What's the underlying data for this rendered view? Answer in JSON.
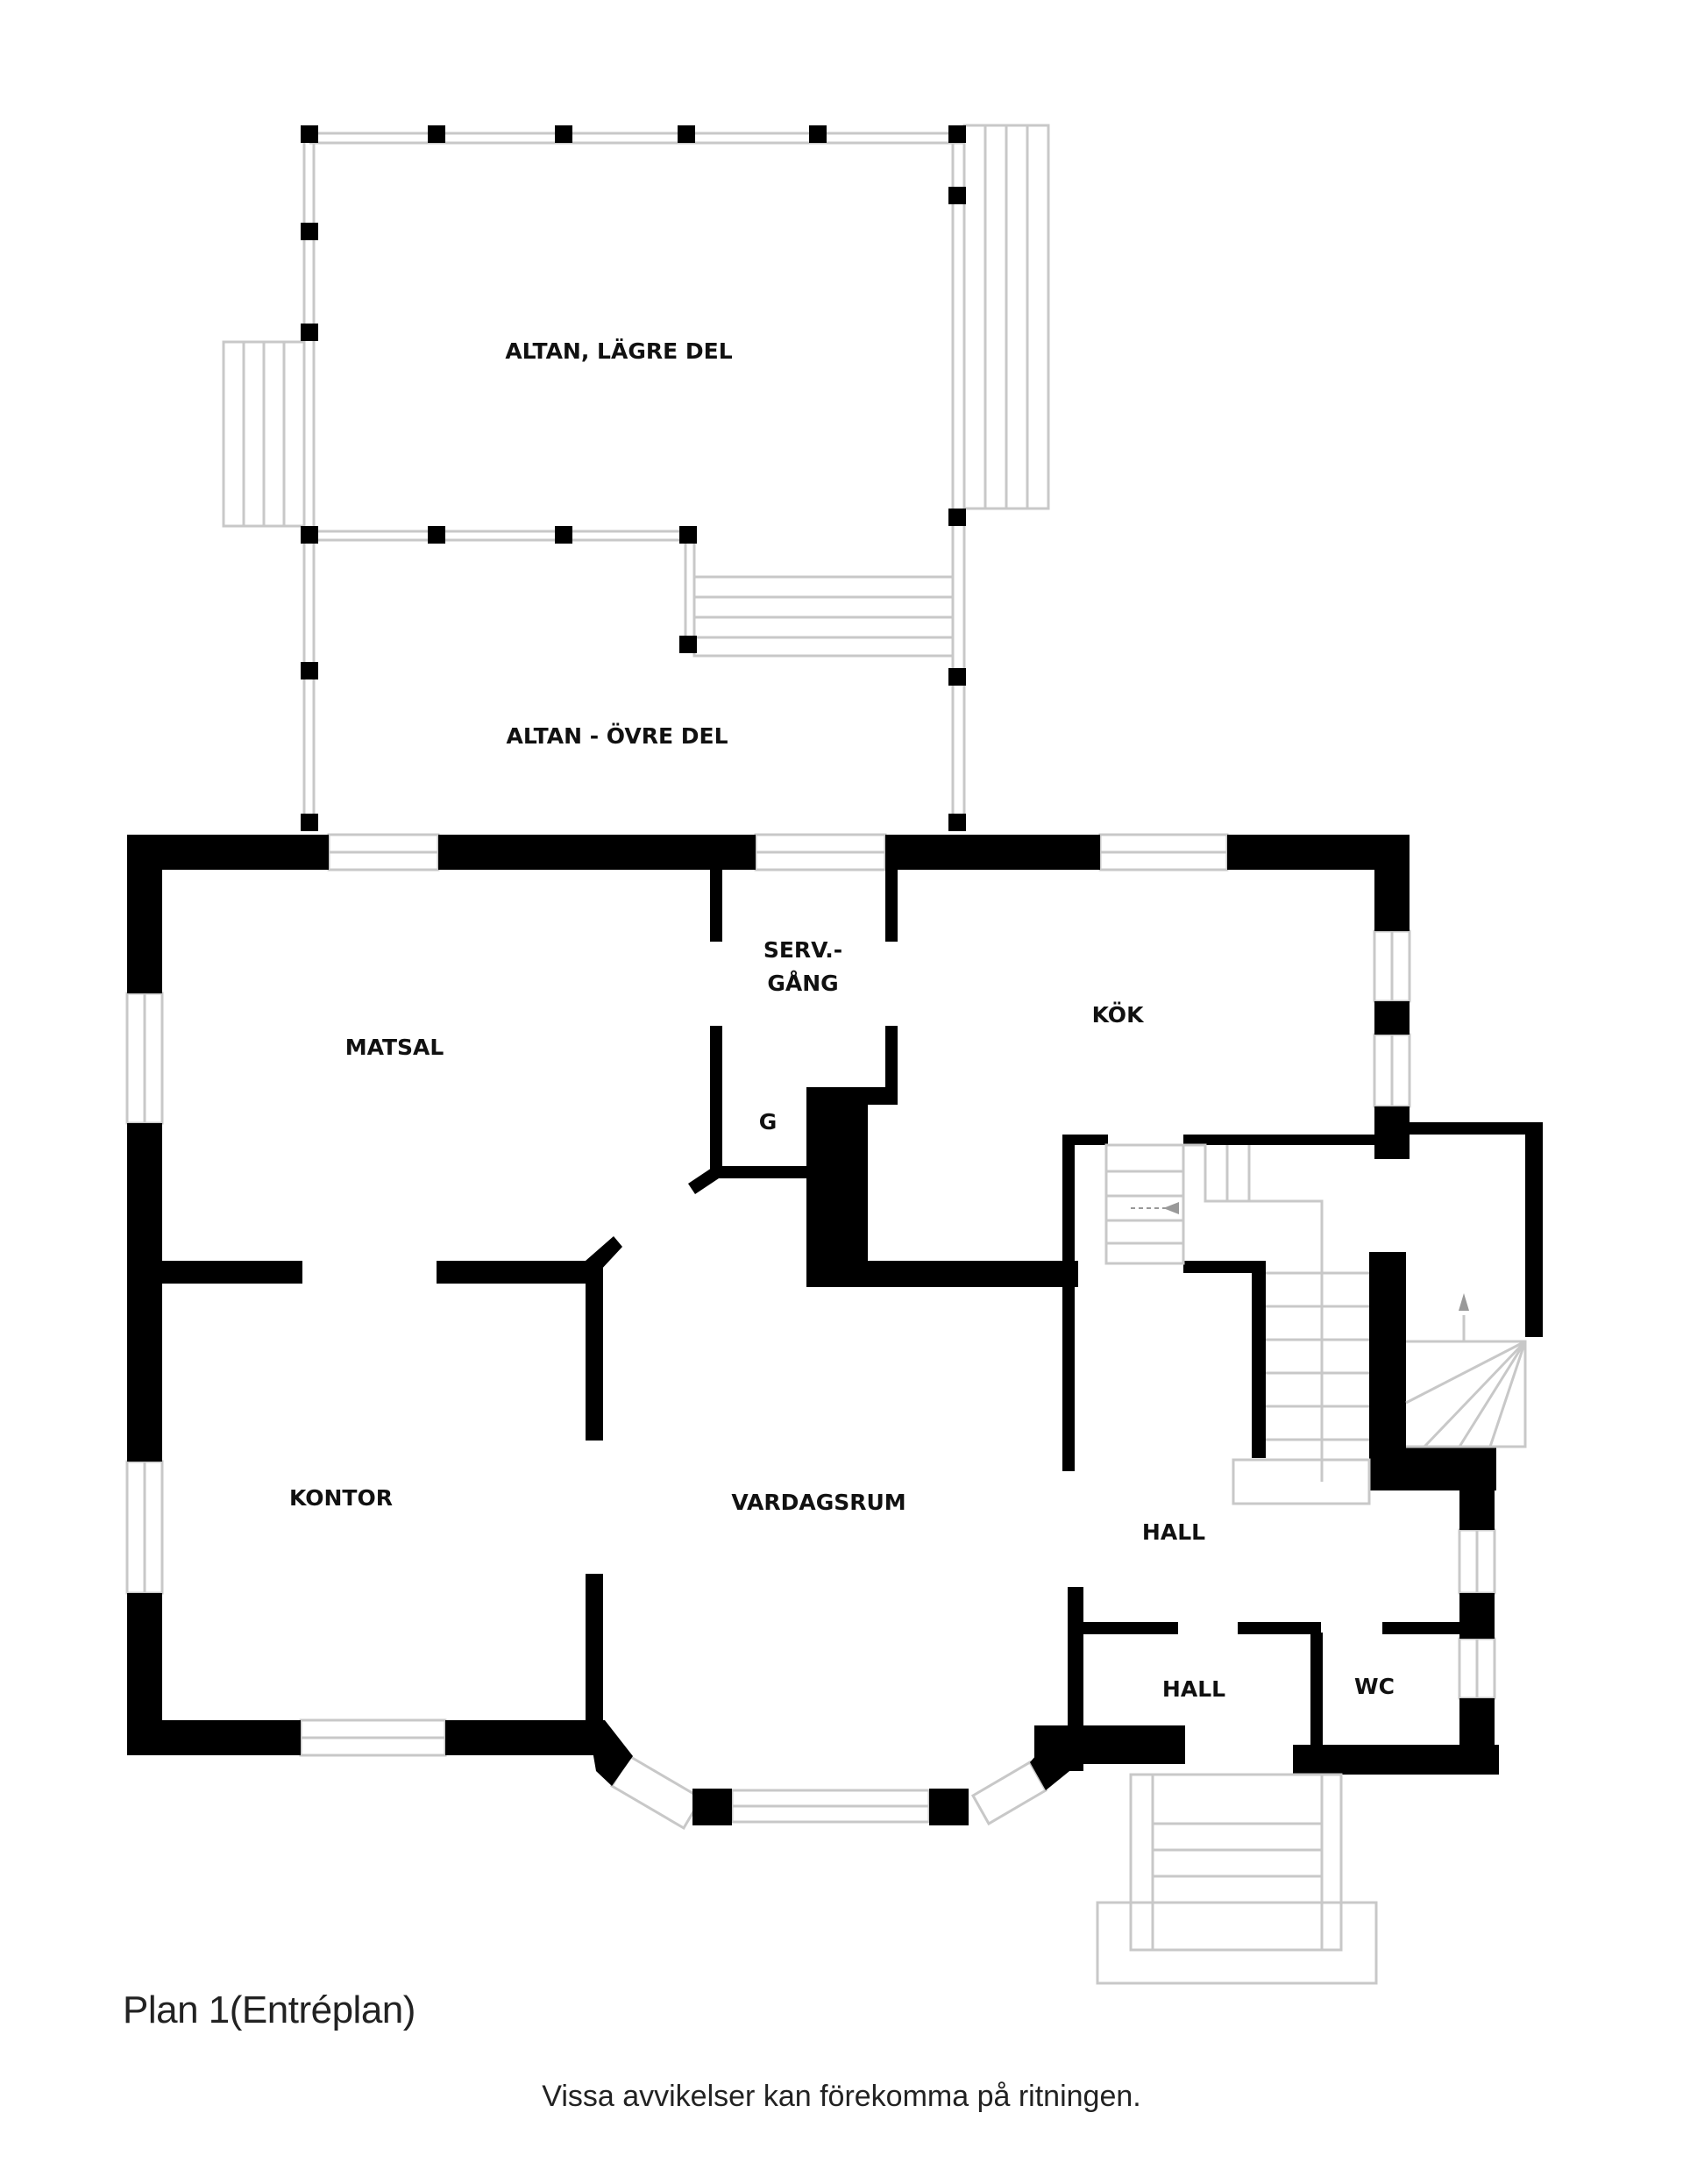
{
  "title": "Plan 1(Entréplan)",
  "disclaimer": "Vissa avvikelser kan förekomma på ritningen.",
  "rooms": {
    "altan_lagre": "ALTAN, LÄGRE DEL",
    "altan_ovre": "ALTAN - ÖVRE DEL",
    "serv_line1": "SERV.-",
    "serv_line2": "GÅNG",
    "kok": "KÖK",
    "matsal": "MATSAL",
    "g": "G",
    "kontor": "KONTOR",
    "vardagsrum": "VARDAGSRUM",
    "hall_upper": "HALL",
    "hall_lower": "HALL",
    "wc": "WC"
  },
  "colors": {
    "wall": "#000000",
    "thin_line": "#c8c8c8",
    "background": "#ffffff"
  }
}
